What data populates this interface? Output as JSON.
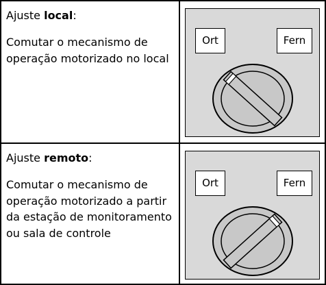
{
  "rows": [
    {
      "heading_prefix": "Ajuste ",
      "heading_bold": "local",
      "heading_suffix": ":",
      "description": "Comutar o mecanismo de operação motorizado no local",
      "switch": {
        "left_label": "Ort",
        "right_label": "Fern",
        "position": "local"
      }
    },
    {
      "heading_prefix": "Ajuste ",
      "heading_bold": "remoto",
      "heading_suffix": ":",
      "description": "Comutar o mecanismo de operação motorizado a partir da estação de monitoramento ou sala de controle",
      "switch": {
        "left_label": "Ort",
        "right_label": "Fern",
        "position": "remote"
      }
    }
  ]
}
